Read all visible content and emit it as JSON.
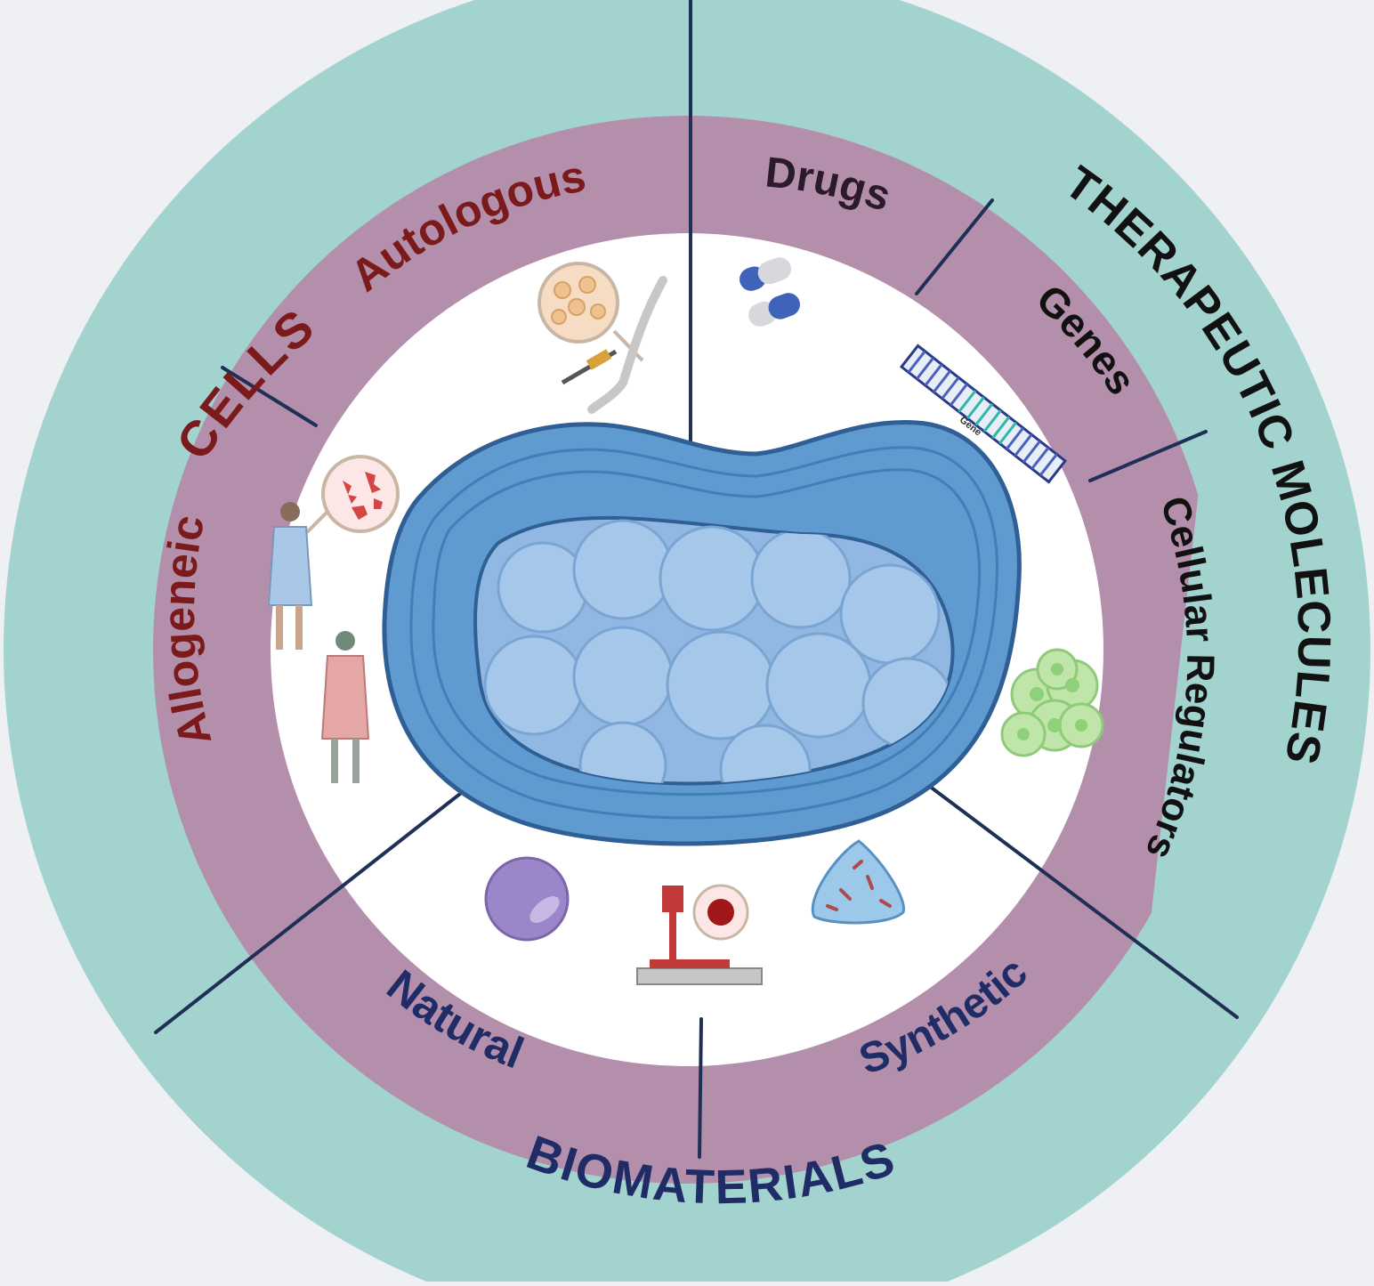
{
  "categories": {
    "cells": "CELLS",
    "therapeutic_molecules": "THERAPEUTIC MOLECULES",
    "biomaterials": "BIOMATERIALS"
  },
  "subcategories": {
    "autologous": "Autologous",
    "allogeneic": "Allogeneic",
    "drugs": "Drugs",
    "genes": "Genes",
    "cellular_regulators": "Cellular Regulators",
    "natural": "Natural",
    "synthetic": "Synthetic"
  },
  "icon_labels": {
    "gene_tag": "Gene"
  },
  "colors": {
    "outer_ring": "#a2d3cf",
    "middle_ring": "#b48fab",
    "inner_disc": "#ffffff",
    "cells_text": "#7a1a1a",
    "molecules_text": "#111111",
    "biomaterials_text": "#1f2c66",
    "divider": "#1f2f55",
    "disc_blue": "#5f9bd0",
    "disc_core": "#90b8e2"
  },
  "icons": {
    "autologous": "tissue-biopsy-icon",
    "allogeneic": "donor-patients-icon",
    "drugs": "capsule-pills-icon",
    "genes": "dna-strand-icon",
    "cellular_regulators": "cell-cluster-icon",
    "natural": "hydrogel-sphere-icon",
    "bioprinting": "bioprinter-icon",
    "synthetic": "scaffold-pyramid-icon",
    "center": "intervertebral-disc-icon"
  }
}
